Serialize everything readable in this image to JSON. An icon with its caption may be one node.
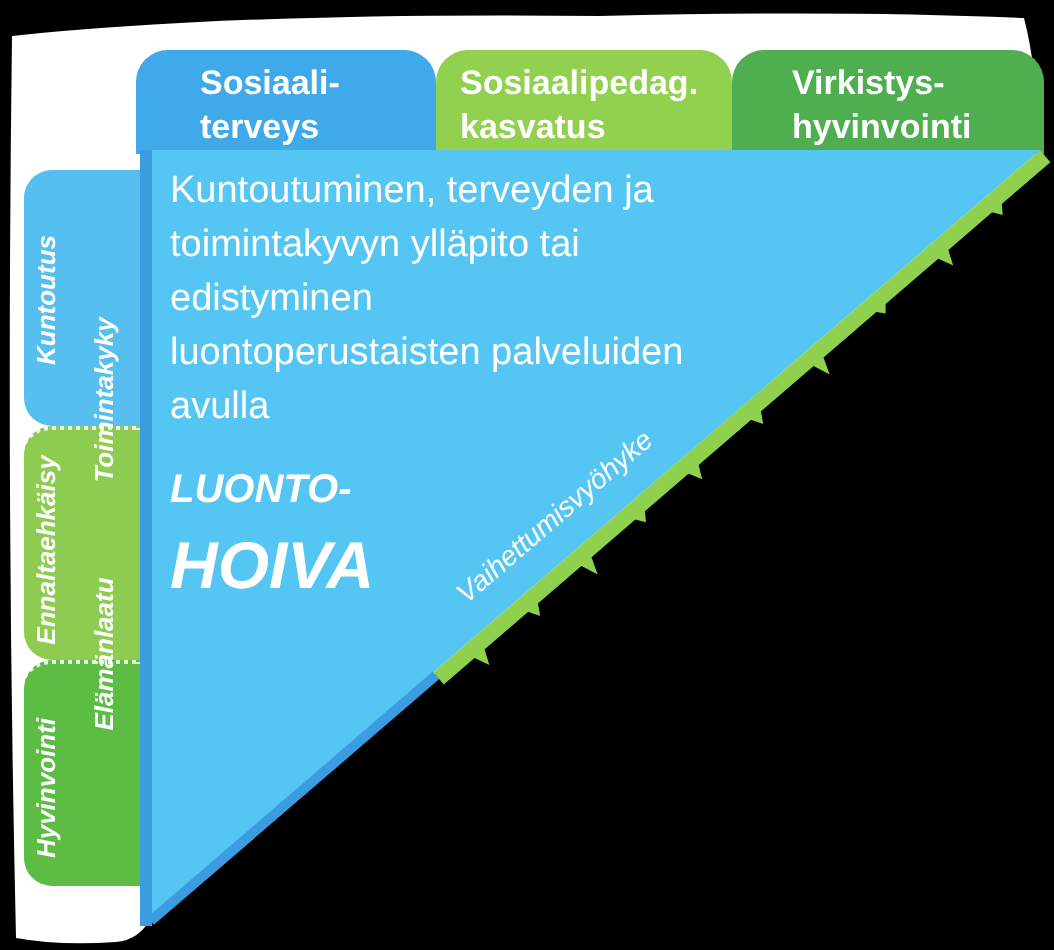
{
  "diagram": {
    "nodes": [
      {
        "text": [
          "Sosiaali- terveys"
        ]
      },
      {
        "text": [
          "Sosiaalipedag. kasvatus"
        ]
      },
      {
        "text": [
          "Virkistys- hyvinvointi"
        ]
      },
      {
        "text": [
          "Kuntoutus"
        ]
      },
      {
        "text": [
          "Ennaltaehkäisy"
        ]
      },
      {
        "text": [
          "Hyvinvointi"
        ]
      },
      {
        "text": [
          "Kuntoutuminen, terveyden ja toimintakyvyn ylläpito tai edistyminen luontoperustaisten palveluiden avulla",
          "LUONTO- HOIVA",
          "Vaihettumisvyöhyke"
        ]
      }
    ],
    "labels": [
      "Toimintakyky",
      "Elämänlaatu"
    ]
  }
}
